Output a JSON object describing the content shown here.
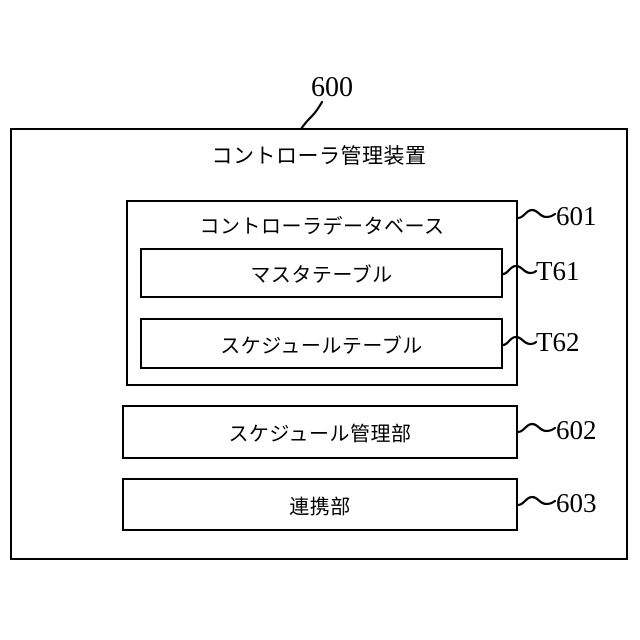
{
  "figure": {
    "language": "ja",
    "background_color": "#ffffff",
    "line_color": "#000000",
    "top_reference": {
      "numeral": "600",
      "refers_to": "controller-management-device"
    },
    "outer_block": {
      "title": "コントローラ管理装置",
      "numeral": "600"
    },
    "blocks": [
      {
        "id": "controller-database",
        "title": "コントローラデータベース",
        "numeral": "601",
        "children": [
          {
            "id": "master-table",
            "title": "マスタテーブル",
            "numeral": "T61"
          },
          {
            "id": "schedule-table",
            "title": "スケジュールテーブル",
            "numeral": "T62"
          }
        ]
      },
      {
        "id": "schedule-management-unit",
        "title": "スケジュール管理部",
        "numeral": "602",
        "children": []
      },
      {
        "id": "cooperation-unit",
        "title": "連携部",
        "numeral": "603",
        "children": []
      }
    ]
  }
}
